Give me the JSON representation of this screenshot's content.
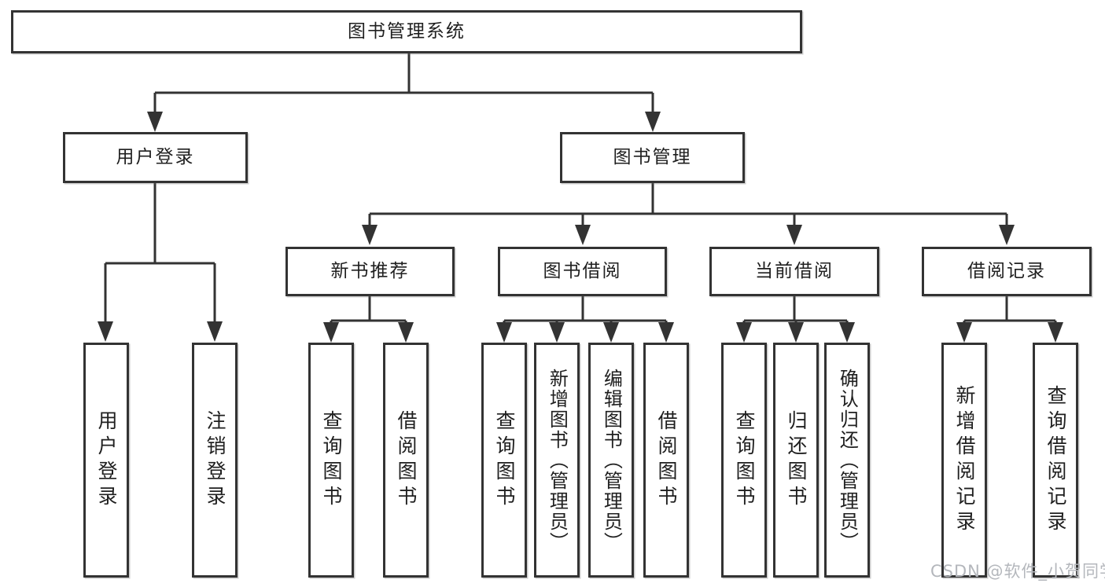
{
  "tree": {
    "root": {
      "label": "图书管理系统"
    },
    "branches": [
      {
        "label": "用户登录",
        "children": [
          "用户登录",
          "注销登录"
        ]
      },
      {
        "label": "图书管理",
        "children": [
          {
            "label": "新书推荐",
            "children": [
              "查询图书",
              "借阅图书"
            ]
          },
          {
            "label": "图书借阅",
            "children": [
              "查询图书",
              "新增图书（管理员）",
              "编辑图书（管理员）",
              "借阅图书"
            ]
          },
          {
            "label": "当前借阅",
            "children": [
              "查询图书",
              "归还图书",
              "确认归还（管理员）"
            ]
          },
          {
            "label": "借阅记录",
            "children": [
              "新增借阅记录",
              "查询借阅记录"
            ]
          }
        ]
      }
    ]
  },
  "watermark": {
    "text": "CSDN @软件_小贺同学"
  },
  "colors": {
    "line": "#333333",
    "box_border": "#333333",
    "box_fill": "#ffffff",
    "text": "#1f1f1f",
    "watermark_text": "#b4b7bc",
    "background": "#ffffff"
  }
}
